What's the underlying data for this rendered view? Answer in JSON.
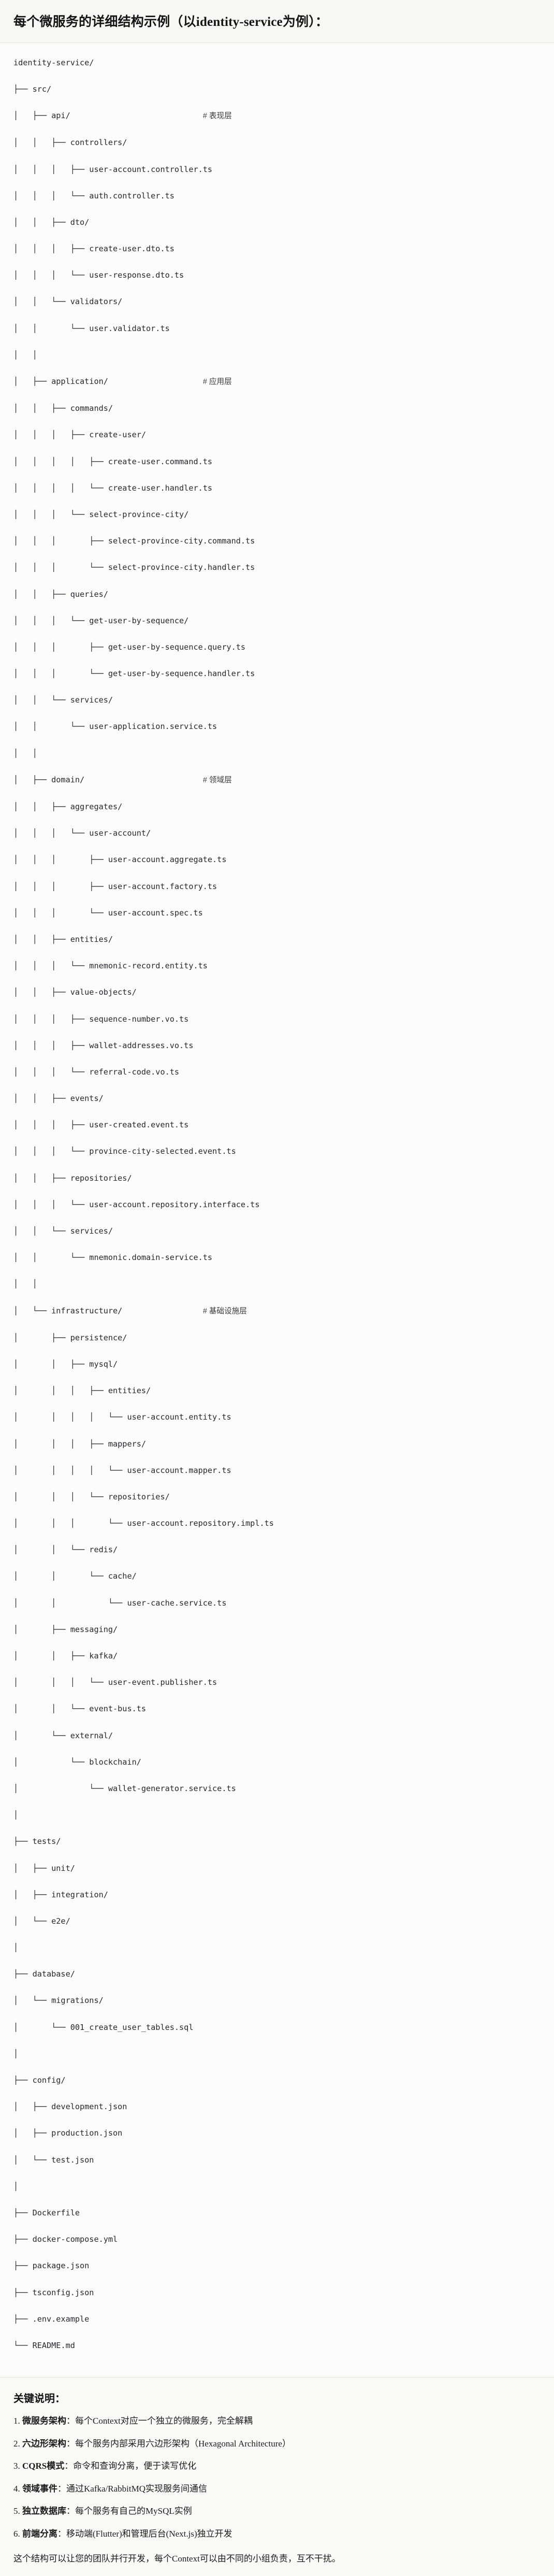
{
  "header": {
    "title": "每个微服务的详细结构示例（以identity-service为例）："
  },
  "tree": {
    "root": "identity-service/",
    "lines": [
      {
        "text": "identity-service/",
        "comment": ""
      },
      {
        "text": "├── src/",
        "comment": ""
      },
      {
        "text": "│   ├── api/",
        "comment": "# 表现层"
      },
      {
        "text": "│   │   ├── controllers/",
        "comment": ""
      },
      {
        "text": "│   │   │   ├── user-account.controller.ts",
        "comment": ""
      },
      {
        "text": "│   │   │   └── auth.controller.ts",
        "comment": ""
      },
      {
        "text": "│   │   ├── dto/",
        "comment": ""
      },
      {
        "text": "│   │   │   ├── create-user.dto.ts",
        "comment": ""
      },
      {
        "text": "│   │   │   └── user-response.dto.ts",
        "comment": ""
      },
      {
        "text": "│   │   └── validators/",
        "comment": ""
      },
      {
        "text": "│   │       └── user.validator.ts",
        "comment": ""
      },
      {
        "text": "│   │",
        "comment": ""
      },
      {
        "text": "│   ├── application/",
        "comment": "# 应用层"
      },
      {
        "text": "│   │   ├── commands/",
        "comment": ""
      },
      {
        "text": "│   │   │   ├── create-user/",
        "comment": ""
      },
      {
        "text": "│   │   │   │   ├── create-user.command.ts",
        "comment": ""
      },
      {
        "text": "│   │   │   │   └── create-user.handler.ts",
        "comment": ""
      },
      {
        "text": "│   │   │   └── select-province-city/",
        "comment": ""
      },
      {
        "text": "│   │   │       ├── select-province-city.command.ts",
        "comment": ""
      },
      {
        "text": "│   │   │       └── select-province-city.handler.ts",
        "comment": ""
      },
      {
        "text": "│   │   ├── queries/",
        "comment": ""
      },
      {
        "text": "│   │   │   └── get-user-by-sequence/",
        "comment": ""
      },
      {
        "text": "│   │   │       ├── get-user-by-sequence.query.ts",
        "comment": ""
      },
      {
        "text": "│   │   │       └── get-user-by-sequence.handler.ts",
        "comment": ""
      },
      {
        "text": "│   │   └── services/",
        "comment": ""
      },
      {
        "text": "│   │       └── user-application.service.ts",
        "comment": ""
      },
      {
        "text": "│   │",
        "comment": ""
      },
      {
        "text": "│   ├── domain/",
        "comment": "# 领域层"
      },
      {
        "text": "│   │   ├── aggregates/",
        "comment": ""
      },
      {
        "text": "│   │   │   └── user-account/",
        "comment": ""
      },
      {
        "text": "│   │   │       ├── user-account.aggregate.ts",
        "comment": ""
      },
      {
        "text": "│   │   │       ├── user-account.factory.ts",
        "comment": ""
      },
      {
        "text": "│   │   │       └── user-account.spec.ts",
        "comment": ""
      },
      {
        "text": "│   │   ├── entities/",
        "comment": ""
      },
      {
        "text": "│   │   │   └── mnemonic-record.entity.ts",
        "comment": ""
      },
      {
        "text": "│   │   ├── value-objects/",
        "comment": ""
      },
      {
        "text": "│   │   │   ├── sequence-number.vo.ts",
        "comment": ""
      },
      {
        "text": "│   │   │   ├── wallet-addresses.vo.ts",
        "comment": ""
      },
      {
        "text": "│   │   │   └── referral-code.vo.ts",
        "comment": ""
      },
      {
        "text": "│   │   ├── events/",
        "comment": ""
      },
      {
        "text": "│   │   │   ├── user-created.event.ts",
        "comment": ""
      },
      {
        "text": "│   │   │   └── province-city-selected.event.ts",
        "comment": ""
      },
      {
        "text": "│   │   ├── repositories/",
        "comment": ""
      },
      {
        "text": "│   │   │   └── user-account.repository.interface.ts",
        "comment": ""
      },
      {
        "text": "│   │   └── services/",
        "comment": ""
      },
      {
        "text": "│   │       └── mnemonic.domain-service.ts",
        "comment": ""
      },
      {
        "text": "│   │",
        "comment": ""
      },
      {
        "text": "│   └── infrastructure/",
        "comment": "# 基础设施层"
      },
      {
        "text": "│       ├── persistence/",
        "comment": ""
      },
      {
        "text": "│       │   ├── mysql/",
        "comment": ""
      },
      {
        "text": "│       │   │   ├── entities/",
        "comment": ""
      },
      {
        "text": "│       │   │   │   └── user-account.entity.ts",
        "comment": ""
      },
      {
        "text": "│       │   │   ├── mappers/",
        "comment": ""
      },
      {
        "text": "│       │   │   │   └── user-account.mapper.ts",
        "comment": ""
      },
      {
        "text": "│       │   │   └── repositories/",
        "comment": ""
      },
      {
        "text": "│       │   │       └── user-account.repository.impl.ts",
        "comment": ""
      },
      {
        "text": "│       │   └── redis/",
        "comment": ""
      },
      {
        "text": "│       │       └── cache/",
        "comment": ""
      },
      {
        "text": "│       │           └── user-cache.service.ts",
        "comment": ""
      },
      {
        "text": "│       ├── messaging/",
        "comment": ""
      },
      {
        "text": "│       │   ├── kafka/",
        "comment": ""
      },
      {
        "text": "│       │   │   └── user-event.publisher.ts",
        "comment": ""
      },
      {
        "text": "│       │   └── event-bus.ts",
        "comment": ""
      },
      {
        "text": "│       └── external/",
        "comment": ""
      },
      {
        "text": "│           └── blockchain/",
        "comment": ""
      },
      {
        "text": "│               └── wallet-generator.service.ts",
        "comment": ""
      },
      {
        "text": "│",
        "comment": ""
      },
      {
        "text": "├── tests/",
        "comment": ""
      },
      {
        "text": "│   ├── unit/",
        "comment": ""
      },
      {
        "text": "│   ├── integration/",
        "comment": ""
      },
      {
        "text": "│   └── e2e/",
        "comment": ""
      },
      {
        "text": "│",
        "comment": ""
      },
      {
        "text": "├── database/",
        "comment": ""
      },
      {
        "text": "│   └── migrations/",
        "comment": ""
      },
      {
        "text": "│       └── 001_create_user_tables.sql",
        "comment": ""
      },
      {
        "text": "│",
        "comment": ""
      },
      {
        "text": "├── config/",
        "comment": ""
      },
      {
        "text": "│   ├── development.json",
        "comment": ""
      },
      {
        "text": "│   ├── production.json",
        "comment": ""
      },
      {
        "text": "│   └── test.json",
        "comment": ""
      },
      {
        "text": "│",
        "comment": ""
      },
      {
        "text": "├── Dockerfile",
        "comment": ""
      },
      {
        "text": "├── docker-compose.yml",
        "comment": ""
      },
      {
        "text": "├── package.json",
        "comment": ""
      },
      {
        "text": "├── tsconfig.json",
        "comment": ""
      },
      {
        "text": "├── .env.example",
        "comment": ""
      },
      {
        "text": "└── README.md",
        "comment": ""
      }
    ],
    "comment_column": 40
  },
  "keypoints": {
    "title": "关键说明：",
    "items": [
      {
        "index": "1.",
        "term": "微服务架构",
        "sep": "：",
        "desc": "每个Context对应一个独立的微服务，完全解耦"
      },
      {
        "index": "2.",
        "term": "六边形架构",
        "sep": "：",
        "desc": "每个服务内部采用六边形架构（Hexagonal Architecture）"
      },
      {
        "index": "3.",
        "term": "CQRS模式",
        "sep": "：",
        "desc": "命令和查询分离，便于读写优化"
      },
      {
        "index": "4.",
        "term": "领域事件",
        "sep": "：",
        "desc": "通过Kafka/RabbitMQ实现服务间通信"
      },
      {
        "index": "5.",
        "term": "独立数据库",
        "sep": "：",
        "desc": "每个服务有自己的MySQL实例"
      },
      {
        "index": "6.",
        "term": "前端分离",
        "sep": "：",
        "desc": "移动端(Flutter)和管理后台(Next.js)独立开发"
      }
    ],
    "closing": "这个结构可以让您的团队并行开发，每个Context可以由不同的小组负责，互不干扰。"
  },
  "colors": {
    "page_bg": "#faf9f6",
    "header_bg": "#f8f7f3",
    "tree_bg": "#fdfcfa",
    "text": "#1f1f1f",
    "code_text": "#24292f",
    "divider": "#e4e2dc"
  }
}
